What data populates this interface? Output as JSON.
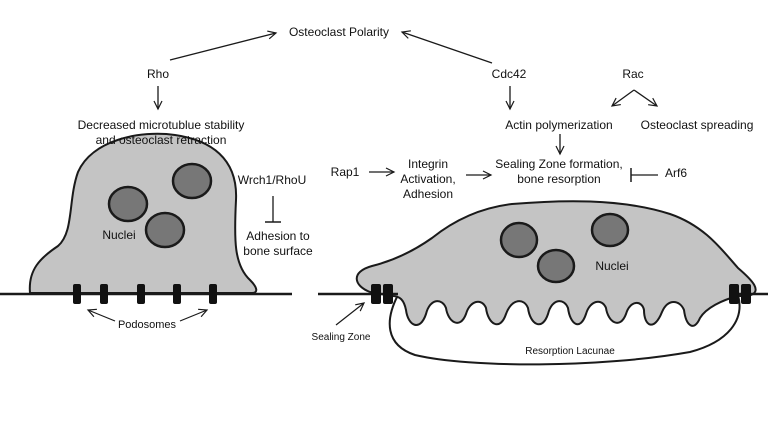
{
  "title": "Osteoclast Polarity",
  "regulators": {
    "rho": "Rho",
    "cdc42": "Cdc42",
    "rac": "Rac",
    "rap1": "Rap1",
    "arf6": "Arf6",
    "wrch1_rhou": "Wrch1/RhoU"
  },
  "effects": {
    "rho_effect_line1": "Decreased microtublue stability",
    "rho_effect_line2": "and osteoclast retraction",
    "actin_polymerization": "Actin polymerization",
    "osteoclast_spreading": "Osteoclast spreading",
    "integrin_line1": "Integrin",
    "integrin_line2": "Activation,",
    "integrin_line3": "Adhesion",
    "sealing_line1": "Sealing Zone formation,",
    "sealing_line2": "bone resorption",
    "adhesion_line1": "Adhesion to",
    "adhesion_line2": "bone surface"
  },
  "cell_labels": {
    "left_nuclei": "Nuclei",
    "right_nuclei": "Nuclei",
    "podosomes": "Podosomes",
    "sealing_zone": "Sealing Zone",
    "resorption_lacunae": "Resorption Lacunae"
  },
  "colors": {
    "cell_fill": "#c4c4c4",
    "nucleus_fill": "#777777",
    "outline": "#1a1a1a",
    "background": "#ffffff"
  }
}
